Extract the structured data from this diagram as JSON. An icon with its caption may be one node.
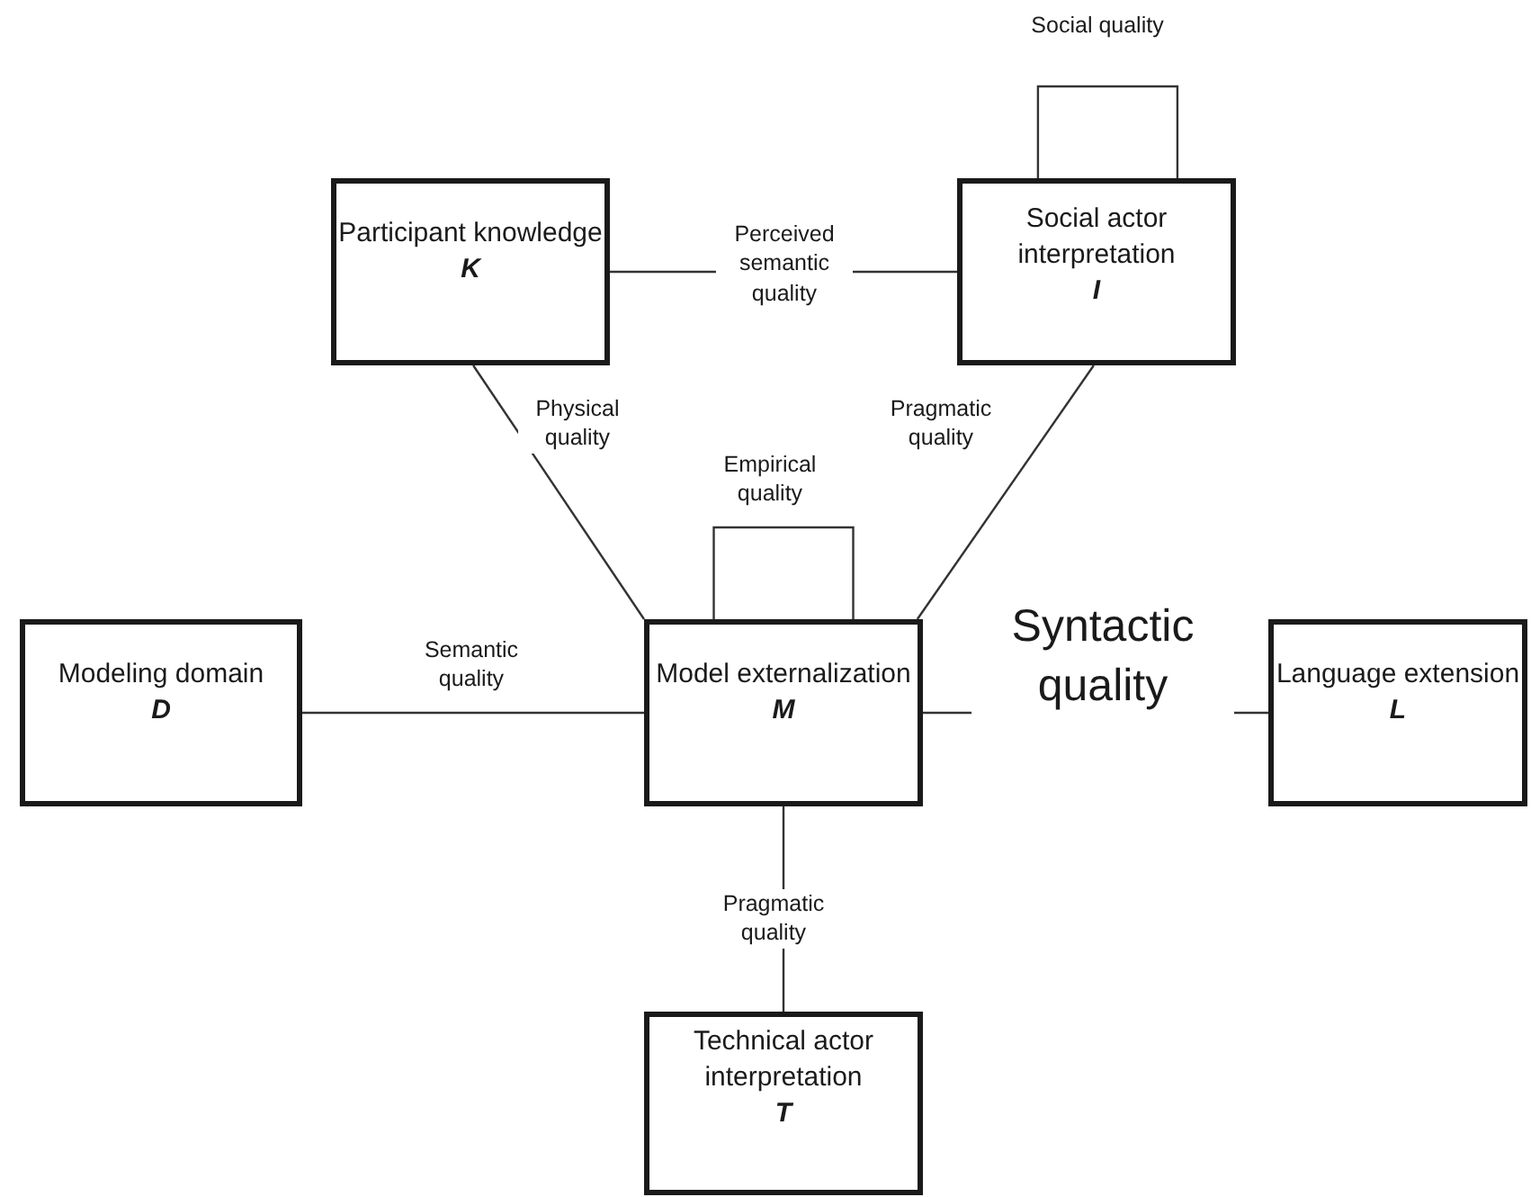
{
  "diagram": {
    "nodes": [
      {
        "text": [
          "Participant knowledge",
          "K"
        ]
      },
      {
        "text": [
          "Social actor interpretation",
          "I"
        ]
      },
      {
        "text": [
          "Modeling domain",
          "D"
        ]
      },
      {
        "text": [
          "Model externalization",
          "M"
        ]
      },
      {
        "text": [
          "Language extension",
          "L"
        ]
      },
      {
        "text": [
          "Technical actor interpretation",
          "T"
        ]
      }
    ],
    "edges": [
      {
        "from": 1,
        "to": 1,
        "arrow": "none",
        "label": "Social quality"
      },
      {
        "from": 0,
        "to": 1,
        "arrow": "none",
        "label": "Perceived semantic quality"
      },
      {
        "from": 0,
        "to": 3,
        "arrow": "none",
        "label": "Physical quality"
      },
      {
        "from": 3,
        "to": 3,
        "arrow": "none",
        "label": "Empirical quality"
      },
      {
        "from": 1,
        "to": 3,
        "arrow": "none",
        "label": "Pragmatic quality"
      },
      {
        "from": 2,
        "to": 3,
        "arrow": "none",
        "label": "Semantic quality"
      },
      {
        "from": 3,
        "to": 4,
        "arrow": "none",
        "label": "Syntactic quality"
      },
      {
        "from": 3,
        "to": 5,
        "arrow": "none",
        "label": "Pragmatic quality"
      }
    ]
  }
}
